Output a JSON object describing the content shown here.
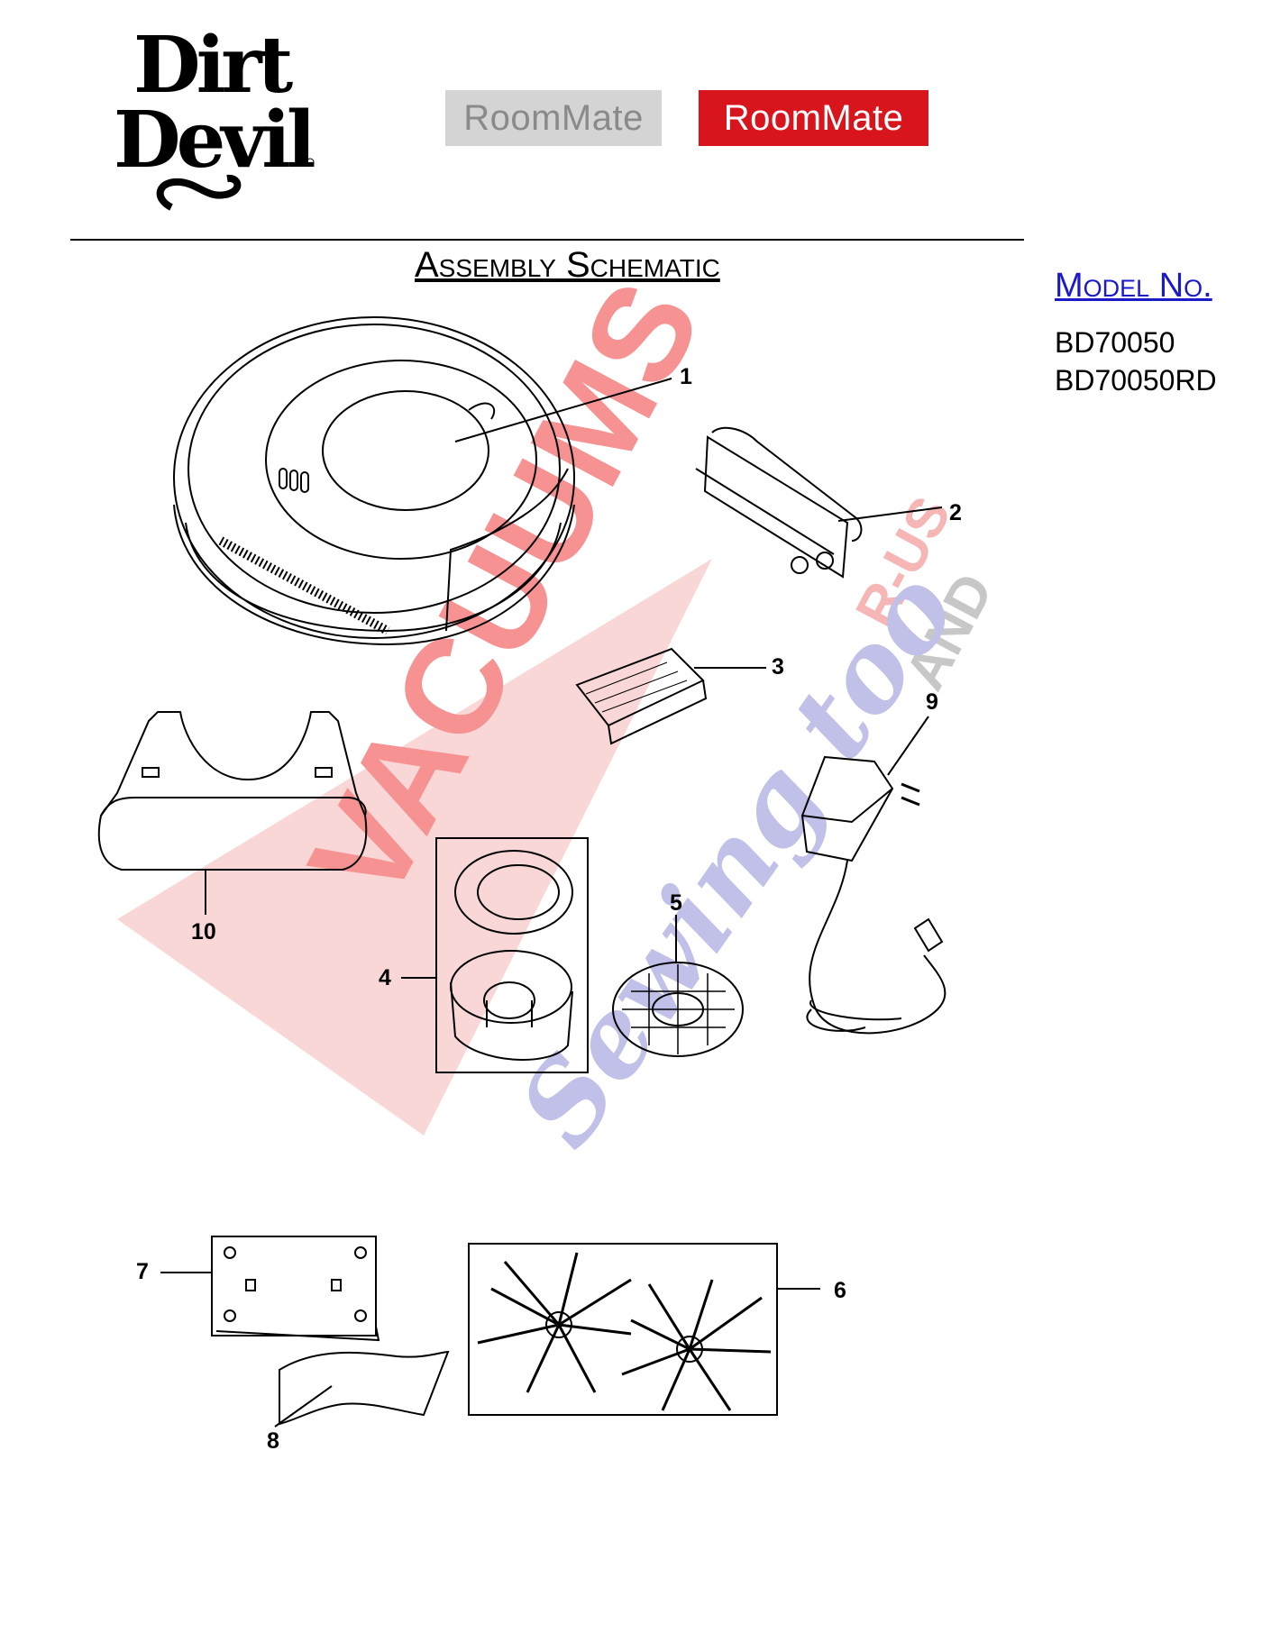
{
  "brand": {
    "logo_line1": "Dirt",
    "logo_line2": "Devil"
  },
  "badges": {
    "grey": "RoomMate",
    "red": "RoomMate"
  },
  "title": "Assembly Schematic",
  "model": {
    "heading": "Model No.",
    "numbers": [
      "BD70050",
      "BD70050RD"
    ]
  },
  "callouts": [
    "1",
    "2",
    "3",
    "4",
    "5",
    "6",
    "7",
    "8",
    "9",
    "10"
  ],
  "parts": [
    "robot-vacuum-body-icon",
    "battery-pack-icon",
    "filter-door-icon",
    "dust-bin-assembly-icon",
    "filter-screen-icon",
    "side-brushes-icon",
    "remote-plate-icon",
    "manual-sheet-icon",
    "power-adapter-icon",
    "charging-base-icon"
  ],
  "watermark": {
    "line1": "VACUUMS",
    "line2": "R-US",
    "line3": "AND",
    "line4": "Sewing too"
  },
  "colors": {
    "red_badge": "#d8141c",
    "grey_badge": "#d4d4d4",
    "model_heading": "#1a1ac8",
    "watermark_red": "#ee3a3a",
    "watermark_blue": "#8c8cd8"
  }
}
